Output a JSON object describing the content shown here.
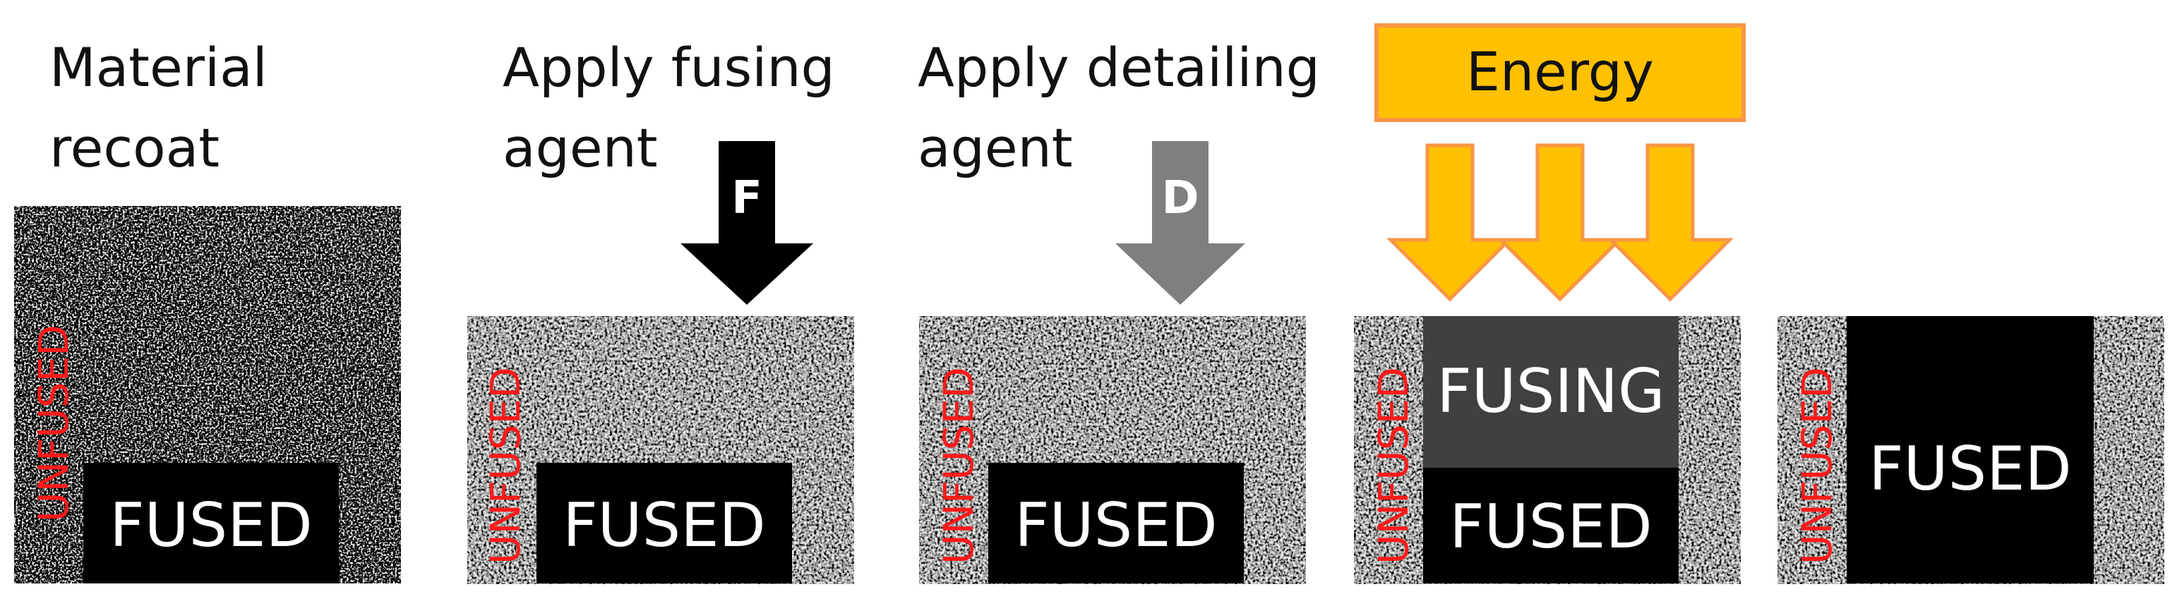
{
  "steps": [
    {
      "label_lines": [
        "Material",
        "recoat"
      ]
    },
    {
      "label_lines": [
        "Apply fusing",
        "agent"
      ]
    },
    {
      "label_lines": [
        "Apply detailing",
        "agent"
      ]
    },
    {
      "label_lines": []
    },
    {
      "label_lines": []
    }
  ],
  "agents": {
    "fusing_letter": "F",
    "detailing_letter": "D"
  },
  "energy": {
    "label": "Energy"
  },
  "blocks": {
    "fused": "FUSED",
    "fusing": "FUSING",
    "unfused": "UNFUSED"
  },
  "colors": {
    "unfused_text": "#ff1a1a",
    "fusing_agent": "#000000",
    "detailing_agent": "#7f7f7f",
    "energy_fill": "#ffc000",
    "energy_stroke": "#f79646",
    "fused_block": "#000000",
    "fusing_block": "#404040"
  }
}
